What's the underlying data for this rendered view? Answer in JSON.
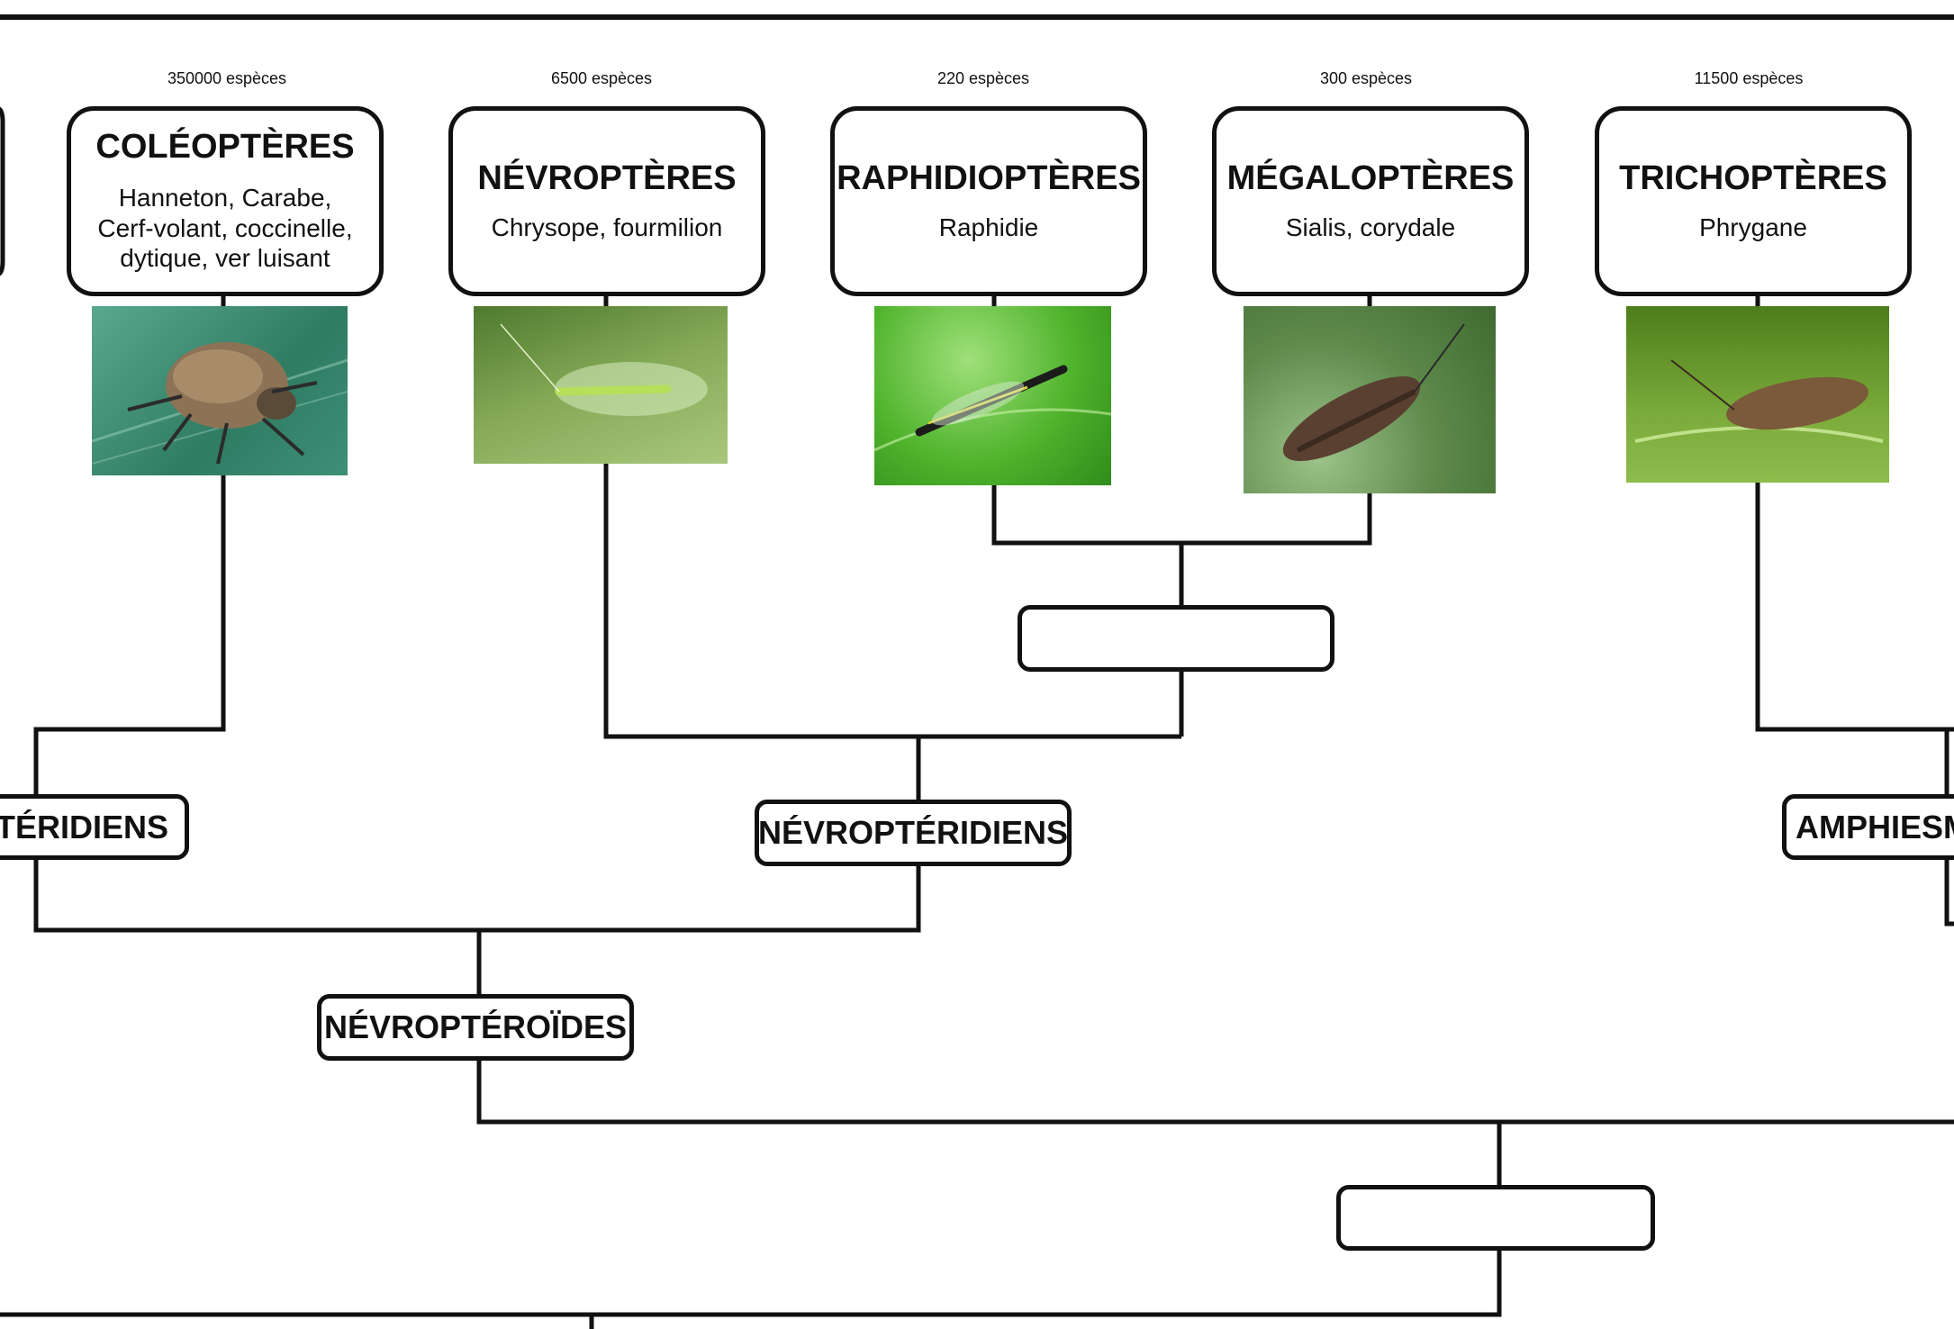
{
  "orders": [
    {
      "id": "coleopteres",
      "name": "COLÉOPTÈRES",
      "examples": "Hanneton, Carabe,\nCerf-volant, coccinelle,\ndytique, ver luisant",
      "species": "350000 espèces",
      "photo_icon": "beetle-photo",
      "photo_bg": "#3f8f78"
    },
    {
      "id": "nevropteres",
      "name": "NÉVROPTÈRES",
      "examples": "Chrysope, fourmilion",
      "species": "6500 espèces",
      "photo_icon": "lacewing-photo",
      "photo_bg": "#6f9a45"
    },
    {
      "id": "raphidiopteres",
      "name": "RAPHIDIOPTÈRES",
      "examples": "Raphidie",
      "species": "220 espèces",
      "photo_icon": "snakefly-photo",
      "photo_bg": "#5cb83a"
    },
    {
      "id": "megalopteres",
      "name": "MÉGALOPTÈRES",
      "examples": "Sialis, corydale",
      "species": "300 espèces",
      "photo_icon": "alderfly-photo",
      "photo_bg": "#6c8f5a"
    },
    {
      "id": "trichopteres",
      "name": "TRICHOPTÈRES",
      "examples": "Phrygane",
      "species": "11500 espèces",
      "photo_icon": "caddisfly-photo",
      "photo_bg": "#6b9a2c"
    }
  ],
  "clades": {
    "left_partial": "PTÉRIDIENS",
    "nevropteridiens": "NÉVROPTÉRIDIENS",
    "amphiesmen_partial": "AMPHIESMÉ",
    "nevropteroides": "NÉVROPTÉROÏDES",
    "raph_meg_empty": "",
    "bottom_empty": ""
  },
  "colors": {
    "line": "#111111",
    "background": "#ffffff"
  }
}
